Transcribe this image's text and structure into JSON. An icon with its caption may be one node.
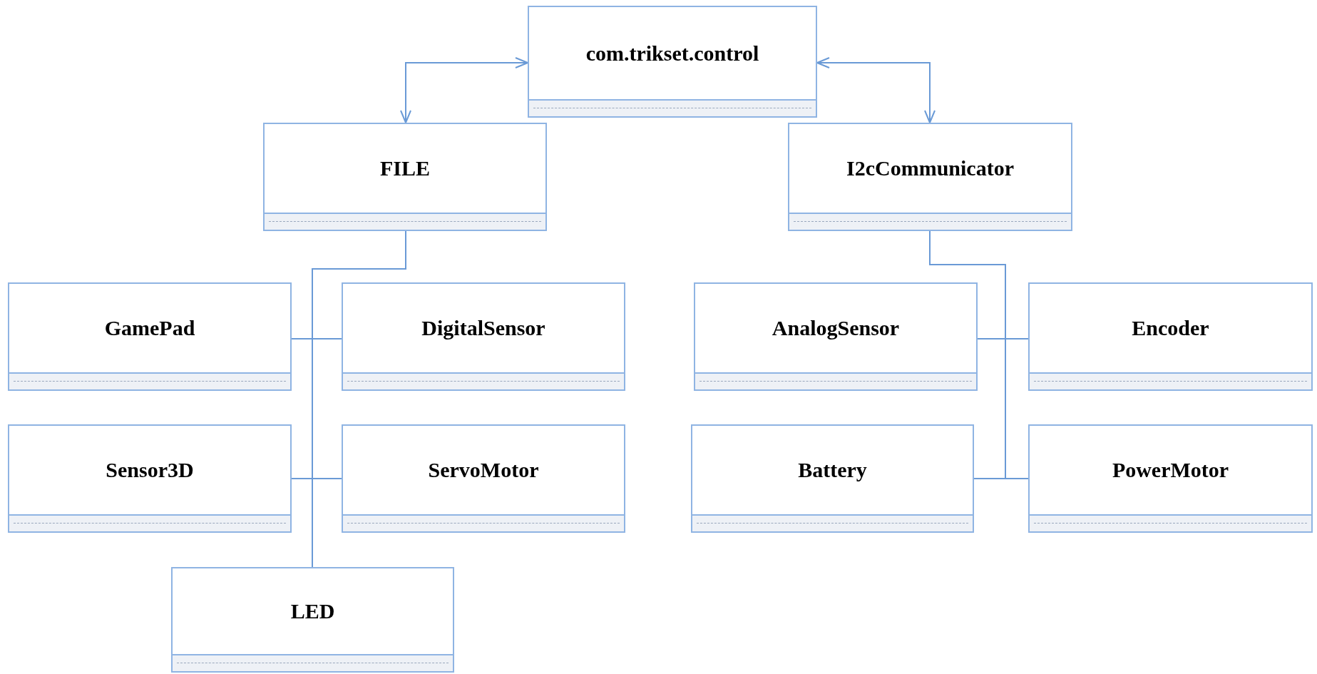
{
  "diagram": {
    "nodes": [
      {
        "text": [
          "com.trikset.control"
        ]
      },
      {
        "text": [
          "FILE"
        ]
      },
      {
        "text": [
          "I2cCommunicator"
        ]
      },
      {
        "text": [
          "GamePad"
        ]
      },
      {
        "text": [
          "DigitalSensor"
        ]
      },
      {
        "text": [
          "AnalogSensor"
        ]
      },
      {
        "text": [
          "Encoder"
        ]
      },
      {
        "text": [
          "Sensor3D"
        ]
      },
      {
        "text": [
          "ServoMotor"
        ]
      },
      {
        "text": [
          "Battery"
        ]
      },
      {
        "text": [
          "PowerMotor"
        ]
      },
      {
        "text": [
          "LED"
        ]
      }
    ],
    "edges": [
      {
        "from": 0,
        "to": 1,
        "arrow": "both"
      },
      {
        "from": 0,
        "to": 2,
        "arrow": "both"
      },
      {
        "from": 1,
        "to": 3,
        "arrow": "none"
      },
      {
        "from": 1,
        "to": 4,
        "arrow": "none"
      },
      {
        "from": 1,
        "to": 7,
        "arrow": "none"
      },
      {
        "from": 1,
        "to": 8,
        "arrow": "none"
      },
      {
        "from": 1,
        "to": 11,
        "arrow": "none"
      },
      {
        "from": 2,
        "to": 5,
        "arrow": "none"
      },
      {
        "from": 2,
        "to": 6,
        "arrow": "none"
      },
      {
        "from": 2,
        "to": 9,
        "arrow": "none"
      },
      {
        "from": 2,
        "to": 10,
        "arrow": "none"
      }
    ]
  }
}
